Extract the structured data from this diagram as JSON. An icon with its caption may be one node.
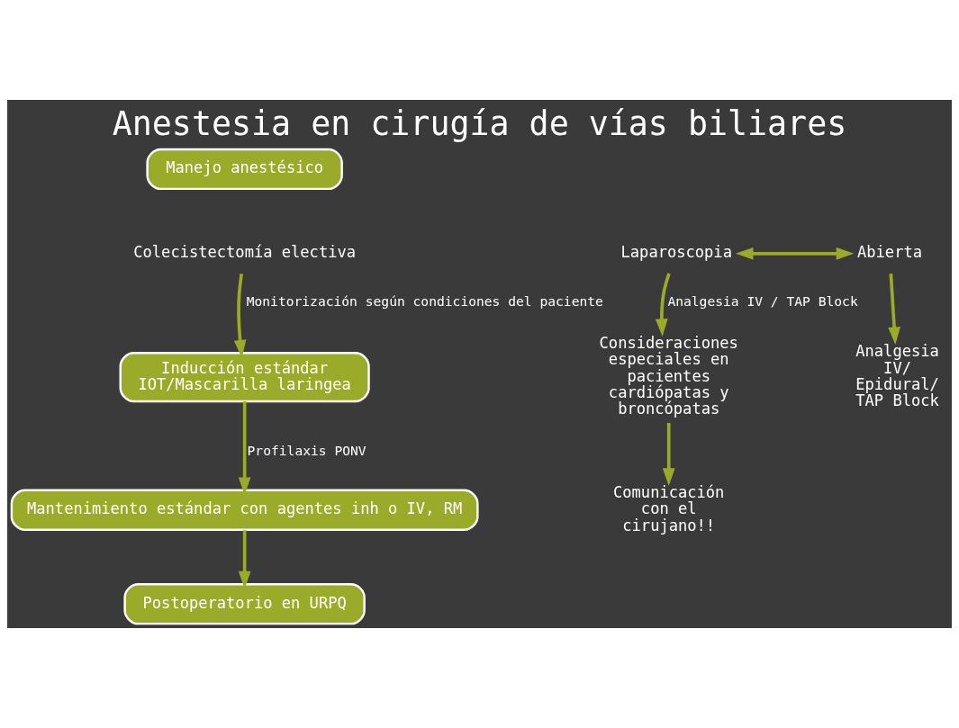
{
  "diagram": {
    "title": "Anestesia en cirugía de vías biliares",
    "nodes": [
      {
        "text": [
          "Manejo anestésico"
        ]
      },
      {
        "text": [
          "Laparoscopia"
        ]
      },
      {
        "text": [
          "Abierta"
        ]
      },
      {
        "text": [
          "Colecistectomía electiva"
        ]
      },
      {
        "text": [
          "Inducción estándar",
          "IOT/Mascarilla laringea"
        ]
      },
      {
        "text": [
          "Mantenimiento estándar con agentes inh o IV, RM"
        ]
      },
      {
        "text": [
          "Postoperatorio en URPQ"
        ]
      },
      {
        "text": [
          "Consideraciones especiales en pacientes cardiópatas y broncópatas"
        ]
      },
      {
        "text": [
          "Comunicación con el cirujano!!"
        ]
      },
      {
        "text": [
          "Analgesia IV/ Epidural/ TAP Block"
        ]
      }
    ],
    "edges": [
      {
        "from": 1,
        "to": 2,
        "arrow": "both"
      },
      {
        "from": 3,
        "to": 4,
        "arrow": "to",
        "label": "Monitorización según condiciones del paciente"
      },
      {
        "from": 4,
        "to": 5,
        "arrow": "to",
        "label": "Profilaxis PONV"
      },
      {
        "from": 5,
        "to": 6,
        "arrow": "to"
      },
      {
        "from": 1,
        "to": 7,
        "arrow": "to",
        "label": "Analgesia IV / TAP Block"
      },
      {
        "from": 2,
        "to": 9,
        "arrow": "to"
      },
      {
        "from": 7,
        "to": 8,
        "arrow": "to"
      }
    ]
  }
}
